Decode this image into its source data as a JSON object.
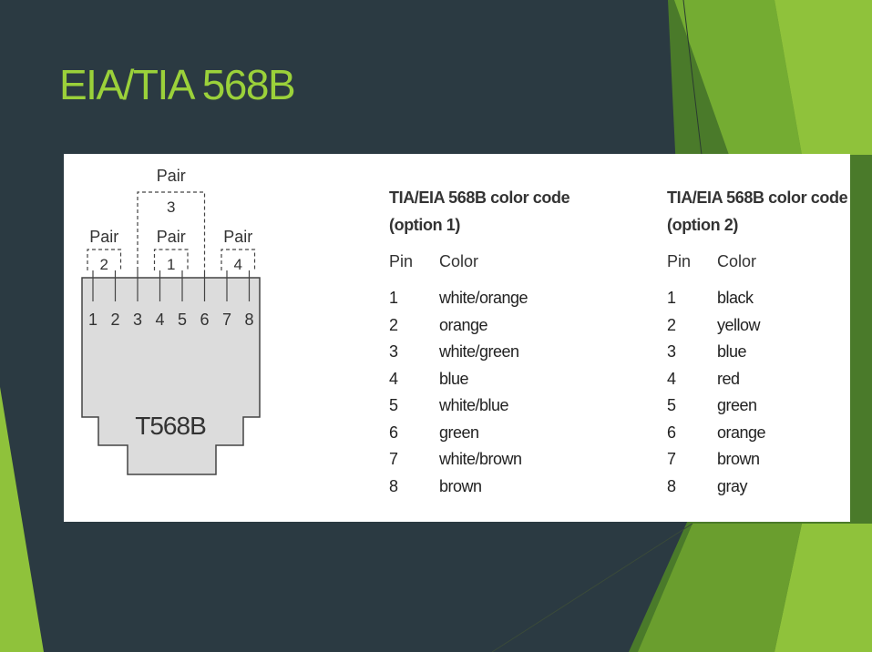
{
  "slide": {
    "title": "EIA/TIA 568B"
  },
  "colors": {
    "background": "#2b3a42",
    "accent_green": "#9bd13a",
    "connector_fill": "#dcdcdc"
  },
  "connector": {
    "label": "T568B",
    "pins": [
      "1",
      "2",
      "3",
      "4",
      "5",
      "6",
      "7",
      "8"
    ],
    "pairs": [
      {
        "word": "Pair",
        "number": "3",
        "pins": [
          3,
          6
        ]
      },
      {
        "word": "Pair",
        "number": "2",
        "pins": [
          1,
          2
        ]
      },
      {
        "word": "Pair",
        "number": "1",
        "pins": [
          4,
          5
        ]
      },
      {
        "word": "Pair",
        "number": "4",
        "pins": [
          7,
          8
        ]
      }
    ]
  },
  "tables": [
    {
      "title_line1": "TIA/EIA 568B color code",
      "title_line2": "(option 1)",
      "pin_header": "Pin",
      "color_header": "Color",
      "rows": [
        {
          "pin": "1",
          "color": "white/orange"
        },
        {
          "pin": "2",
          "color": "orange"
        },
        {
          "pin": "3",
          "color": "white/green"
        },
        {
          "pin": "4",
          "color": "blue"
        },
        {
          "pin": "5",
          "color": "white/blue"
        },
        {
          "pin": "6",
          "color": "green"
        },
        {
          "pin": "7",
          "color": "white/brown"
        },
        {
          "pin": "8",
          "color": "brown"
        }
      ]
    },
    {
      "title_line1": "TIA/EIA 568B color code",
      "title_line2": "(option 2)",
      "pin_header": "Pin",
      "color_header": "Color",
      "rows": [
        {
          "pin": "1",
          "color": "black"
        },
        {
          "pin": "2",
          "color": "yellow"
        },
        {
          "pin": "3",
          "color": "blue"
        },
        {
          "pin": "4",
          "color": "red"
        },
        {
          "pin": "5",
          "color": "green"
        },
        {
          "pin": "6",
          "color": "orange"
        },
        {
          "pin": "7",
          "color": "brown"
        },
        {
          "pin": "8",
          "color": "gray"
        }
      ]
    }
  ]
}
